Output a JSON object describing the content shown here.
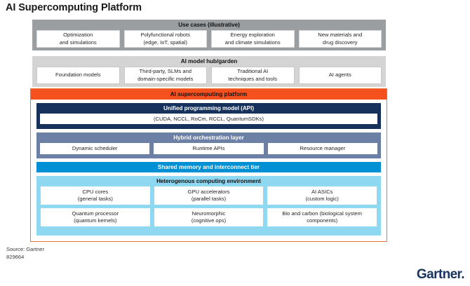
{
  "page": {
    "title": "AI Supercomputing Platform"
  },
  "use_cases": {
    "title": "Use cases (illustrative)",
    "bg_color": "#9a9ea1",
    "cards": [
      {
        "line1": "Optimization",
        "line2": "and simulations"
      },
      {
        "line1": "Polyfunctional robots",
        "line2": "(edge, IoT, spatial)"
      },
      {
        "line1": "Energy exploration",
        "line2": "and  climate simulations"
      },
      {
        "line1": "New materials and",
        "line2": "drug discovery"
      }
    ]
  },
  "model_hub": {
    "title": "AI model hub/garden",
    "bg_color": "#d4d4d4",
    "cards": [
      {
        "line1": "Foundation models",
        "line2": ""
      },
      {
        "line1": "Third-party, SLMs and",
        "line2": "domain-specific models"
      },
      {
        "line1": "Traditional AI",
        "line2": "techniques and tools"
      },
      {
        "line1": "AI agents",
        "line2": ""
      }
    ]
  },
  "platform": {
    "title": "AI supercomputing platform",
    "header_color": "#f4511e",
    "border_color": "#e8743b",
    "api": {
      "title": "Unified programming model (API)",
      "bg_color": "#16325c",
      "value": "(CUDA, NCCL, RoCm, RCCL, QuantumSDKs)"
    },
    "orchestration": {
      "title": "Hybrid orchestration layer",
      "bg_color": "#6c7fa5",
      "cards": [
        {
          "line1": "Dynamic scheduler",
          "line2": ""
        },
        {
          "line1": "Runtime APIs",
          "line2": ""
        },
        {
          "line1": "Resource manager",
          "line2": ""
        }
      ]
    },
    "memory": {
      "title": "Shared memory and interconnect tier",
      "bg_color": "#0090d3"
    },
    "compute": {
      "title": "Heterogenous computing environment",
      "bg_color": "#8ed8f2",
      "row1": [
        {
          "line1": "CPU cores",
          "line2": "(general tasks)"
        },
        {
          "line1": "GPU accelerators",
          "line2": "(parallel tasks)"
        },
        {
          "line1": "AI ASICs",
          "line2": "(custom logic)"
        }
      ],
      "row2": [
        {
          "line1": "Quantum processor",
          "line2": "(quantum kernels)"
        },
        {
          "line1": "Neuromorphic",
          "line2": "(cognitive ops)"
        },
        {
          "line1": "Bio and carbon (biological system",
          "line2": "components)"
        }
      ]
    }
  },
  "footer": {
    "source": "Source: Gartner",
    "id": "829664",
    "logo": "Gartner.",
    "logo_color": "#17335e"
  }
}
